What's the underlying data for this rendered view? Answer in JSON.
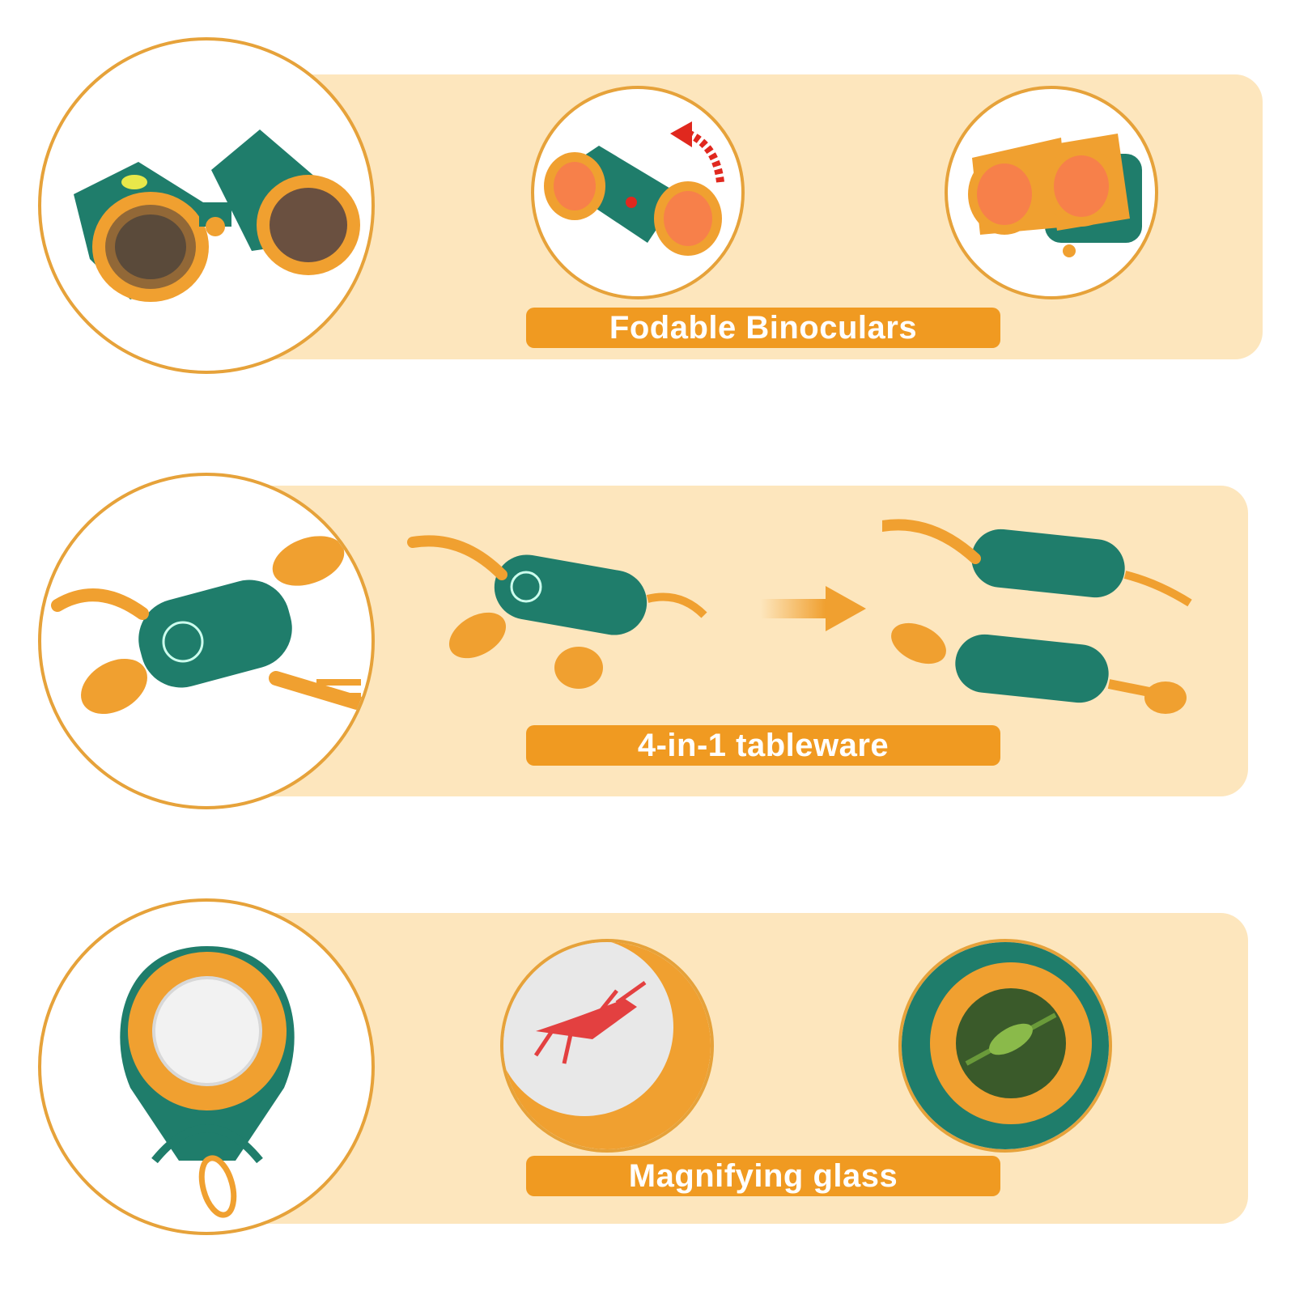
{
  "sections": [
    {
      "label": "Fodable Binoculars"
    },
    {
      "label": "4-in-1 tableware"
    },
    {
      "label": "Magnifying glass"
    }
  ],
  "colors": {
    "panel": "#fde6bd",
    "label_bg": "#f09a21",
    "circle_border": "#e6a23a",
    "teal": "#1f7d6b",
    "orange": "#f0a030",
    "arrow_red": "#e0281e"
  },
  "icons": {
    "binoculars": "binoculars-icon",
    "tableware": "tableware-icon",
    "magnifier": "magnifying-glass-icon",
    "arrow": "arrow-right-icon",
    "fold_arrow": "fold-arrow-icon"
  }
}
